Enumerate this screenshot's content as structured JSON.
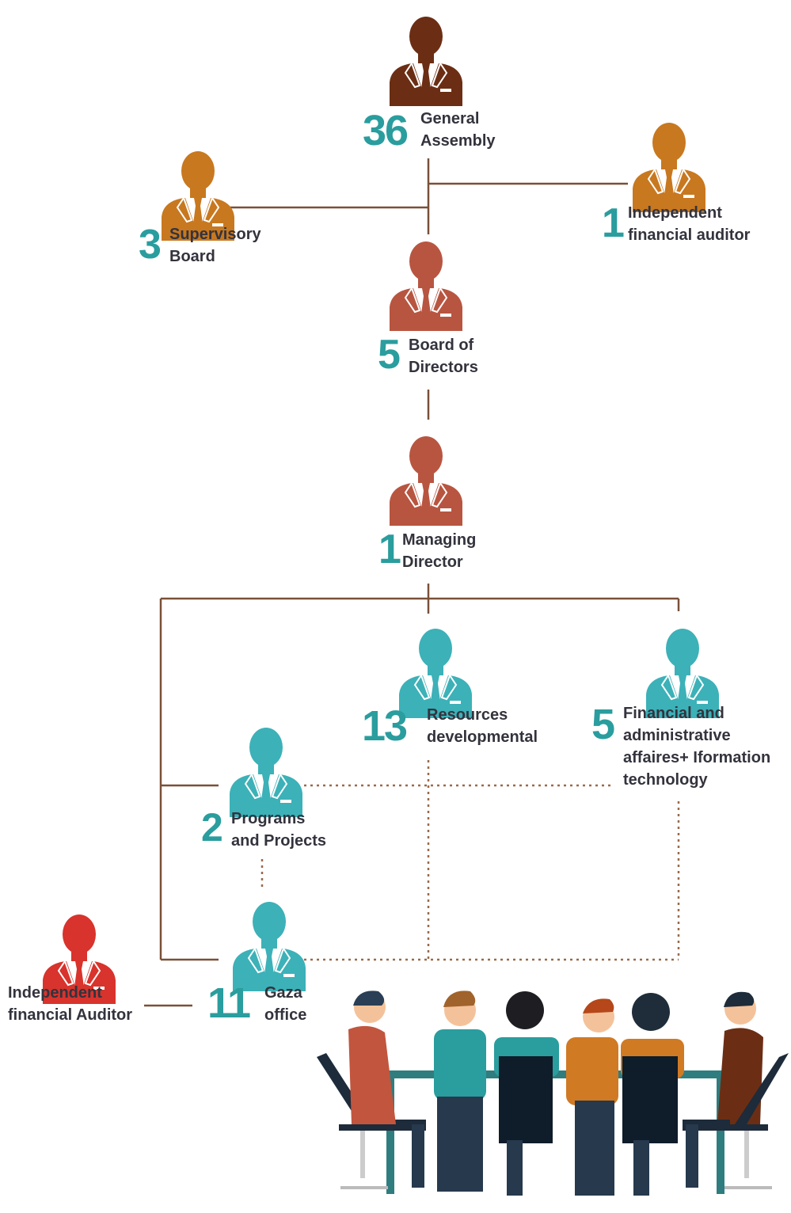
{
  "colors": {
    "connector": "#7a5038",
    "dotted": "#9a6a4a",
    "number": "#2a9d9e",
    "label": "#33333d",
    "dark_brown": "#6b2e14",
    "orange": "#c8781f",
    "brick": "#b85540",
    "teal": "#3cb1b8",
    "red": "#d8332c"
  },
  "nodes": [
    {
      "id": "general-assembly",
      "count": "36",
      "label": "General\nAssembly",
      "color": "dark_brown"
    },
    {
      "id": "supervisory-board",
      "count": "3",
      "label": "Supervisory\nBoard",
      "color": "orange"
    },
    {
      "id": "independent-financial-auditor-top",
      "count": "1",
      "label": "Independent\nfinancial auditor",
      "color": "orange"
    },
    {
      "id": "board-of-directors",
      "count": "5",
      "label": "Board of\nDirectors",
      "color": "brick"
    },
    {
      "id": "managing-director",
      "count": "1",
      "label": "Managing\nDirector",
      "color": "brick"
    },
    {
      "id": "resources-developmental",
      "count": "13",
      "label": "Resources\ndevelopmental",
      "color": "teal"
    },
    {
      "id": "financial-administrative-it",
      "count": "5",
      "label": "Financial and\nadministrative\naffaires+ Iformation\ntechnology",
      "color": "teal"
    },
    {
      "id": "programs-and-projects",
      "count": "2",
      "label": "Programs\nand Projects",
      "color": "teal"
    },
    {
      "id": "gaza-office",
      "count": "11",
      "label": "Gaza\noffice",
      "color": "teal"
    },
    {
      "id": "independent-financial-auditor-bottom",
      "count": "",
      "label": "Independent\nfinancial Auditor",
      "color": "red"
    }
  ],
  "illustration": {
    "name": "team-meeting-illustration"
  }
}
